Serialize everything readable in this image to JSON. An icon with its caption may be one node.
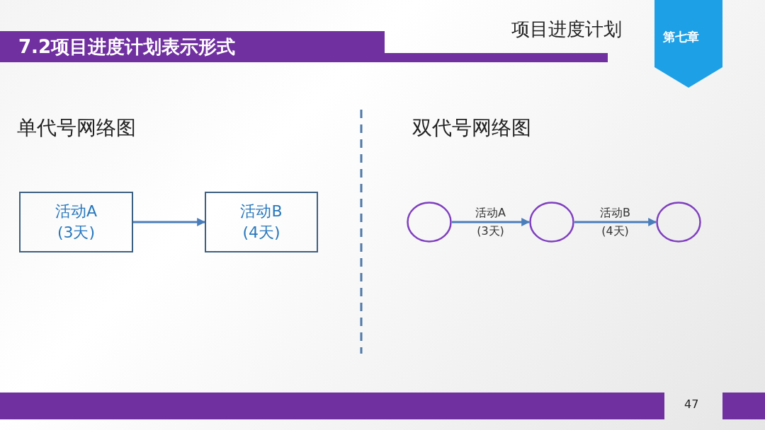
{
  "diagram": {
    "title": "7.2项目进度计划表示形式",
    "nodes": [
      {
        "text": [
          "活动A (3天)"
        ]
      },
      {
        "text": [
          "活动B (4天)"
        ]
      },
      {
        "text": [],
        "shape": "circle"
      },
      {
        "text": [],
        "shape": "circle"
      },
      {
        "text": [],
        "shape": "circle"
      }
    ],
    "edges": [
      {
        "from": 0,
        "to": 1,
        "arrow": "to"
      },
      {
        "from": 2,
        "to": 3,
        "arrow": "to",
        "label": "活动A (3天)"
      },
      {
        "from": 3,
        "to": 4,
        "arrow": "to",
        "label": "活动B (4天)"
      }
    ],
    "labels": [
      "项目进度计划",
      "第七章",
      "单代号网络图",
      "双代号网络图",
      "47"
    ]
  }
}
